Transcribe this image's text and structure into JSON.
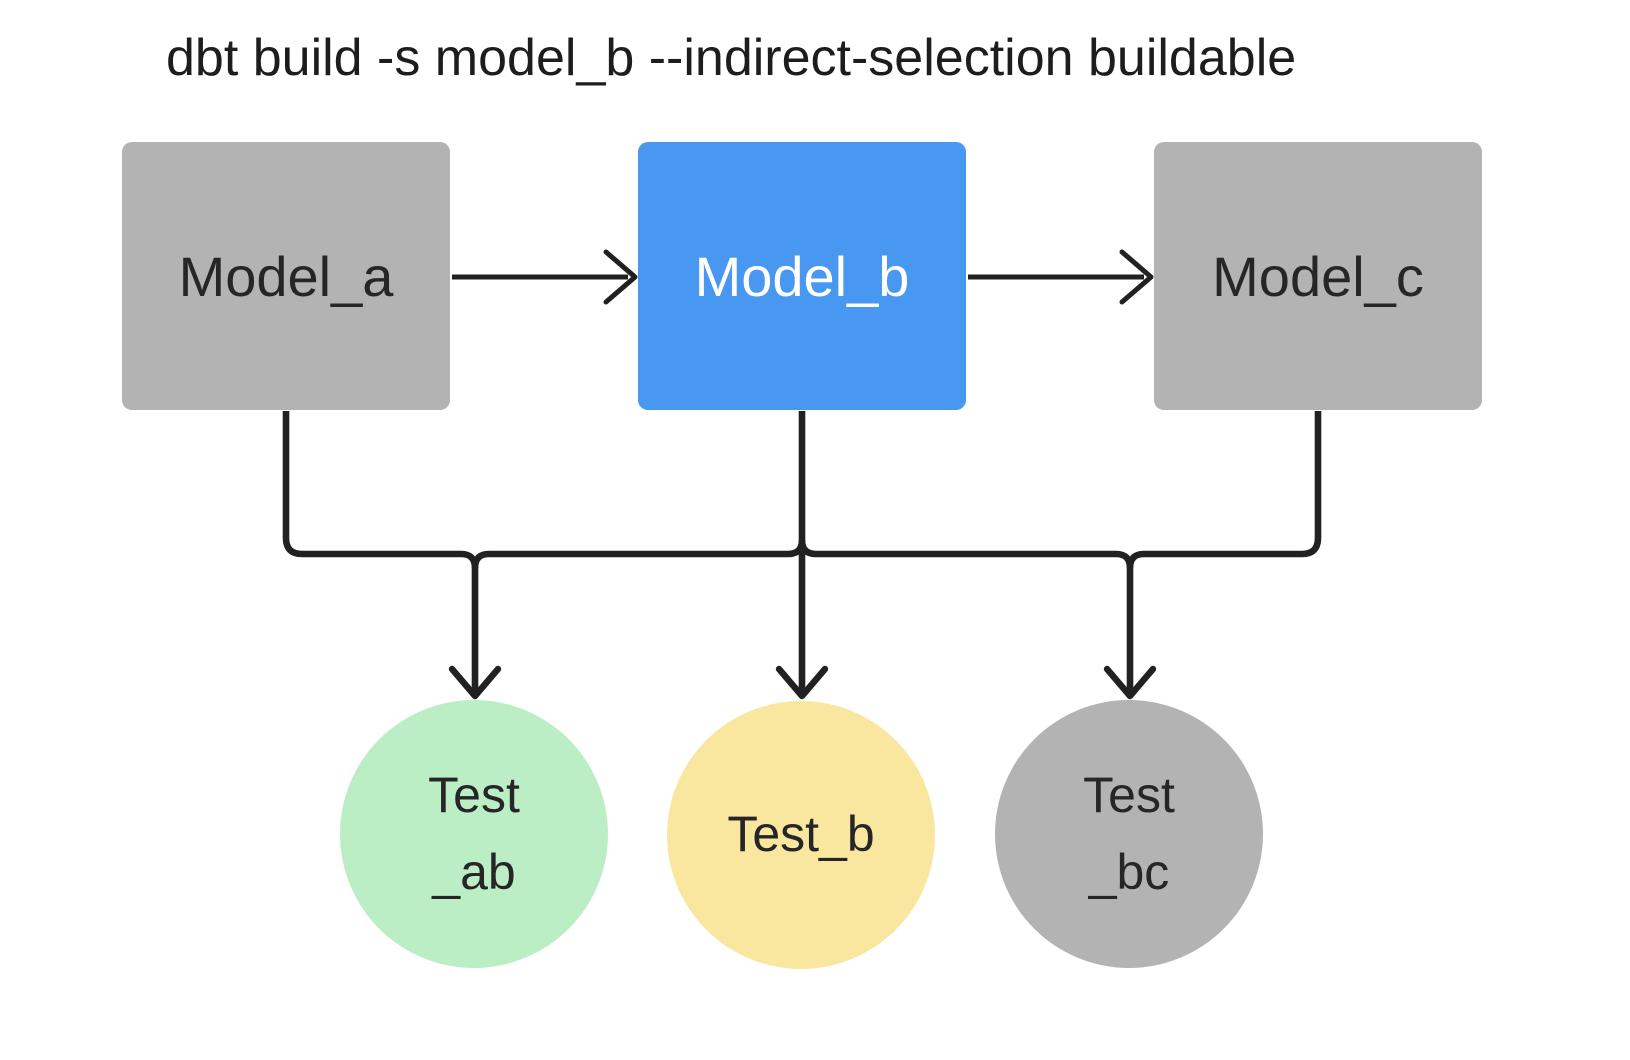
{
  "title": "dbt build -s model_b --indirect-selection buildable",
  "colors": {
    "background": "#ffffff",
    "model_default": "#b3b3b3",
    "model_selected": "#4897f1",
    "test_ab_fill": "#bceec6",
    "test_b_fill": "#f9e7a0",
    "test_bc_fill": "#b3b3b3",
    "edge": "#212121",
    "node_text": "#262626",
    "selected_text": "#ffffff",
    "title_text": "#1d1d1d"
  },
  "models": [
    {
      "label": "Model_a",
      "selected": false
    },
    {
      "label": "Model_b",
      "selected": true
    },
    {
      "label": "Model_c",
      "selected": false
    }
  ],
  "tests": [
    {
      "lines": [
        "Test",
        "_ab"
      ]
    },
    {
      "lines": [
        "Test_b"
      ]
    },
    {
      "lines": [
        "Test",
        "_bc"
      ]
    }
  ],
  "edges": [
    {
      "from": "Model_a",
      "to": "Model_b"
    },
    {
      "from": "Model_b",
      "to": "Model_c"
    },
    {
      "from": "Model_a",
      "to": "Test_ab"
    },
    {
      "from": "Model_b",
      "to": "Test_ab"
    },
    {
      "from": "Model_b",
      "to": "Test_b"
    },
    {
      "from": "Model_b",
      "to": "Test_bc"
    },
    {
      "from": "Model_c",
      "to": "Test_bc"
    }
  ]
}
